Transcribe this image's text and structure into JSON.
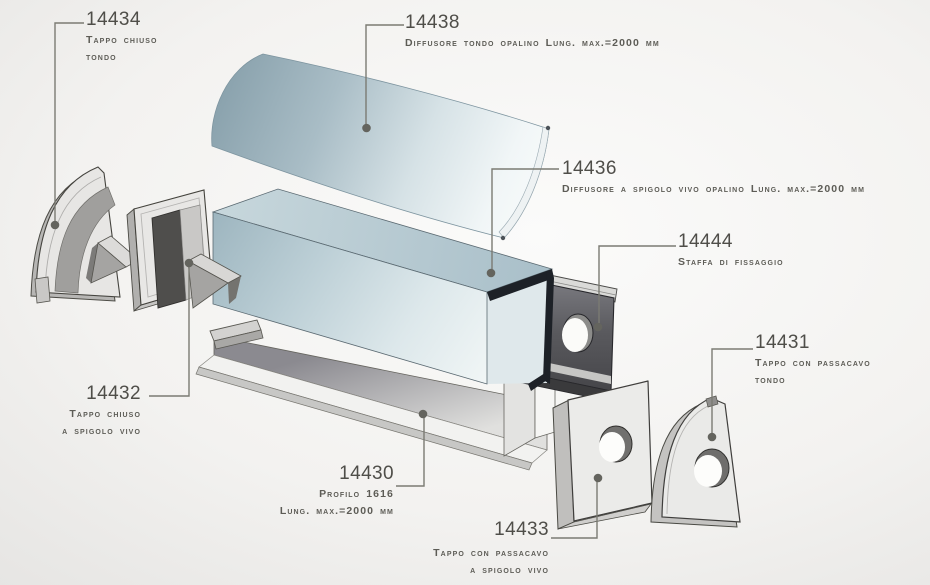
{
  "diagram": {
    "type": "exploded-view-parts-diagram",
    "labels": [
      {
        "code": "14434",
        "lines": [
          "Tappo chiuso",
          "tondo"
        ]
      },
      {
        "code": "14438",
        "lines": [
          "Diffusore tondo opalino Lung. max.=2000 mm"
        ]
      },
      {
        "code": "14436",
        "lines": [
          "Diffusore a spigolo vivo opalino Lung. max.=2000 mm"
        ]
      },
      {
        "code": "14444",
        "lines": [
          "Staffa di fissaggio"
        ]
      },
      {
        "code": "14431",
        "lines": [
          "Tappo con passacavo",
          "tondo"
        ]
      },
      {
        "code": "14432",
        "lines": [
          "Tappo chiuso",
          "a spigolo vivo"
        ]
      },
      {
        "code": "14430",
        "lines": [
          "Profilo 1616",
          "Lung. max.=2000 mm"
        ]
      },
      {
        "code": "14433",
        "lines": [
          "Tappo con passacavo",
          "a spigolo vivo"
        ]
      }
    ],
    "parts": [
      {
        "name": "round-end-cap-closed",
        "label_code": "14434"
      },
      {
        "name": "round-opal-diffuser",
        "label_code": "14438"
      },
      {
        "name": "square-edge-opal-diffuser",
        "label_code": "14436"
      },
      {
        "name": "fixing-bracket",
        "label_code": "14444"
      },
      {
        "name": "round-end-cap-cable-entry",
        "label_code": "14431"
      },
      {
        "name": "square-end-cap-closed",
        "label_code": "14432"
      },
      {
        "name": "profile-1616",
        "label_code": "14430"
      },
      {
        "name": "square-end-cap-cable-entry",
        "label_code": "14433"
      }
    ],
    "colors": {
      "background_center": "#fbfbfa",
      "background_edge": "#d3d2d0",
      "number_text": "#4f4e49",
      "description_text": "#5d5c56",
      "leader_line": "#7b7b73",
      "leader_dot": "#64645e",
      "diffuser_blue": "#a9bdc6",
      "diffuser_white": "#f8fbfb",
      "box_face_blue": "#9db5bf",
      "channel_dark": "#1d2127",
      "metal_light": "#ebebe9",
      "metal_mid": "#a5a4a2",
      "bracket_dark": "#4a4a4e"
    }
  }
}
